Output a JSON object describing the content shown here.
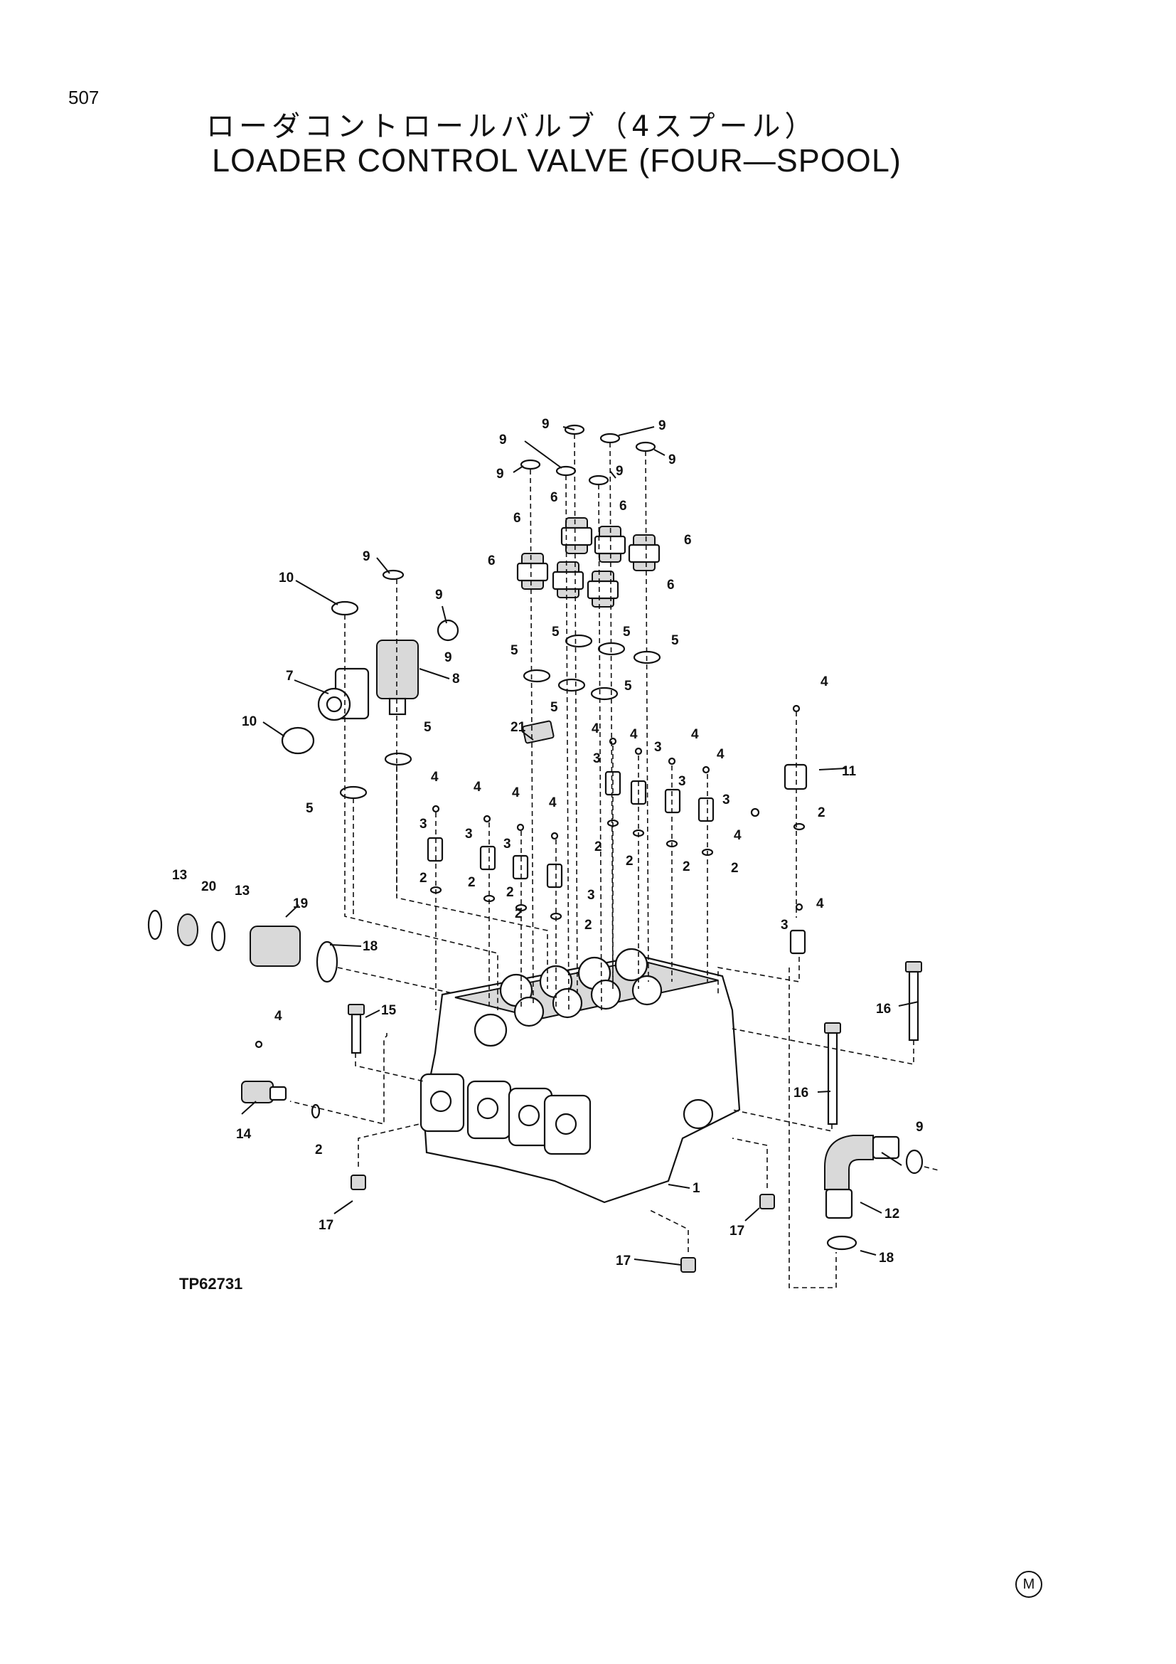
{
  "header": {
    "page_number": "507",
    "title_jp": "ローダコントロールバルブ（4スプール）",
    "title_en": "LOADER CONTROL VALVE (FOUR—SPOOL)"
  },
  "diagram": {
    "drawing_code": "TP62731",
    "corner_mark": "M",
    "callouts": {
      "c9a": "9",
      "c9b": "9",
      "c9c": "9",
      "c9d": "9",
      "c9e": "9",
      "c9f": "9",
      "c9g": "9",
      "c9h": "9",
      "c9i": "9",
      "c9j": "9",
      "c6a": "6",
      "c6b": "6",
      "c6c": "6",
      "c6d": "6",
      "c6e": "6",
      "c6f": "6",
      "c5a": "5",
      "c5b": "5",
      "c5c": "5",
      "c5d": "5",
      "c5e": "5",
      "c5f": "5",
      "c5g": "5",
      "c10a": "10",
      "c10b": "10",
      "c7": "7",
      "c8": "8",
      "c21": "21",
      "c4a": "4",
      "c4b": "4",
      "c4c": "4",
      "c4d": "4",
      "c4e": "4",
      "c4f": "4",
      "c4g": "4",
      "c4h": "4",
      "c4i": "4",
      "c4j": "4",
      "c4k": "4",
      "c4l": "4",
      "c3a": "3",
      "c3b": "3",
      "c3c": "3",
      "c3d": "3",
      "c3e": "3",
      "c3f": "3",
      "c3g": "3",
      "c3h": "3",
      "c3i": "3",
      "c2a": "2",
      "c2b": "2",
      "c2c": "2",
      "c2d": "2",
      "c2e": "2",
      "c2f": "2",
      "c2g": "2",
      "c2h": "2",
      "c2i": "2",
      "c2j": "2",
      "c2k": "2",
      "c11": "11",
      "c13a": "13",
      "c13b": "13",
      "c20": "20",
      "c19": "19",
      "c18a": "18",
      "c18b": "18",
      "c15": "15",
      "c16a": "16",
      "c16b": "16",
      "c14": "14",
      "c1": "1",
      "c12": "12",
      "c17a": "17",
      "c17b": "17",
      "c17c": "17"
    }
  }
}
